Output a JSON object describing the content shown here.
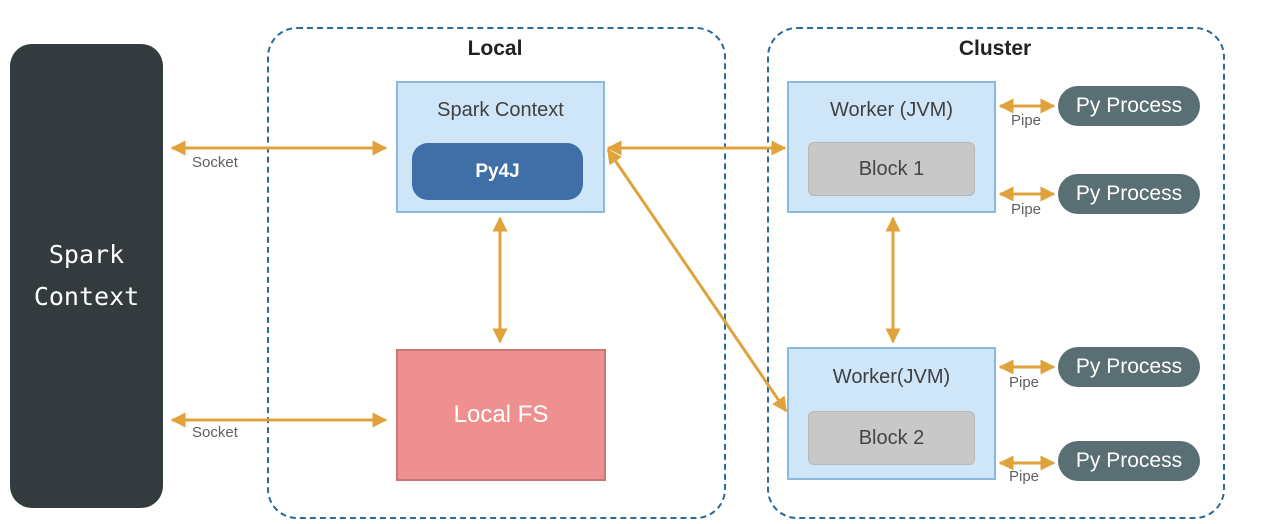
{
  "spark_context_left": {
    "label": "Spark\nContext"
  },
  "local_region": {
    "title": "Local",
    "spark_context_box": {
      "title": "Spark Context",
      "py4j_label": "Py4J"
    },
    "local_fs_label": "Local FS"
  },
  "cluster_region": {
    "title": "Cluster",
    "worker1": {
      "title": "Worker (JVM)",
      "block_label": "Block 1"
    },
    "worker2": {
      "title": "Worker(JVM)",
      "block_label": "Block 2"
    },
    "py_processes": [
      "Py Process",
      "Py Process",
      "Py Process",
      "Py Process"
    ]
  },
  "connection_labels": {
    "socket_top": "Socket",
    "socket_bottom": "Socket",
    "pipes": [
      "Pipe",
      "Pipe",
      "Pipe",
      "Pipe"
    ]
  },
  "colors": {
    "arrow": "#e0a33c",
    "region_border": "#2c6a99",
    "dark_panel": "#343b3f",
    "py4j": "#3f6fa6",
    "local_fs": "#ef9090",
    "worker_box": "#cfe6f9",
    "py_process": "#5a6f74"
  }
}
